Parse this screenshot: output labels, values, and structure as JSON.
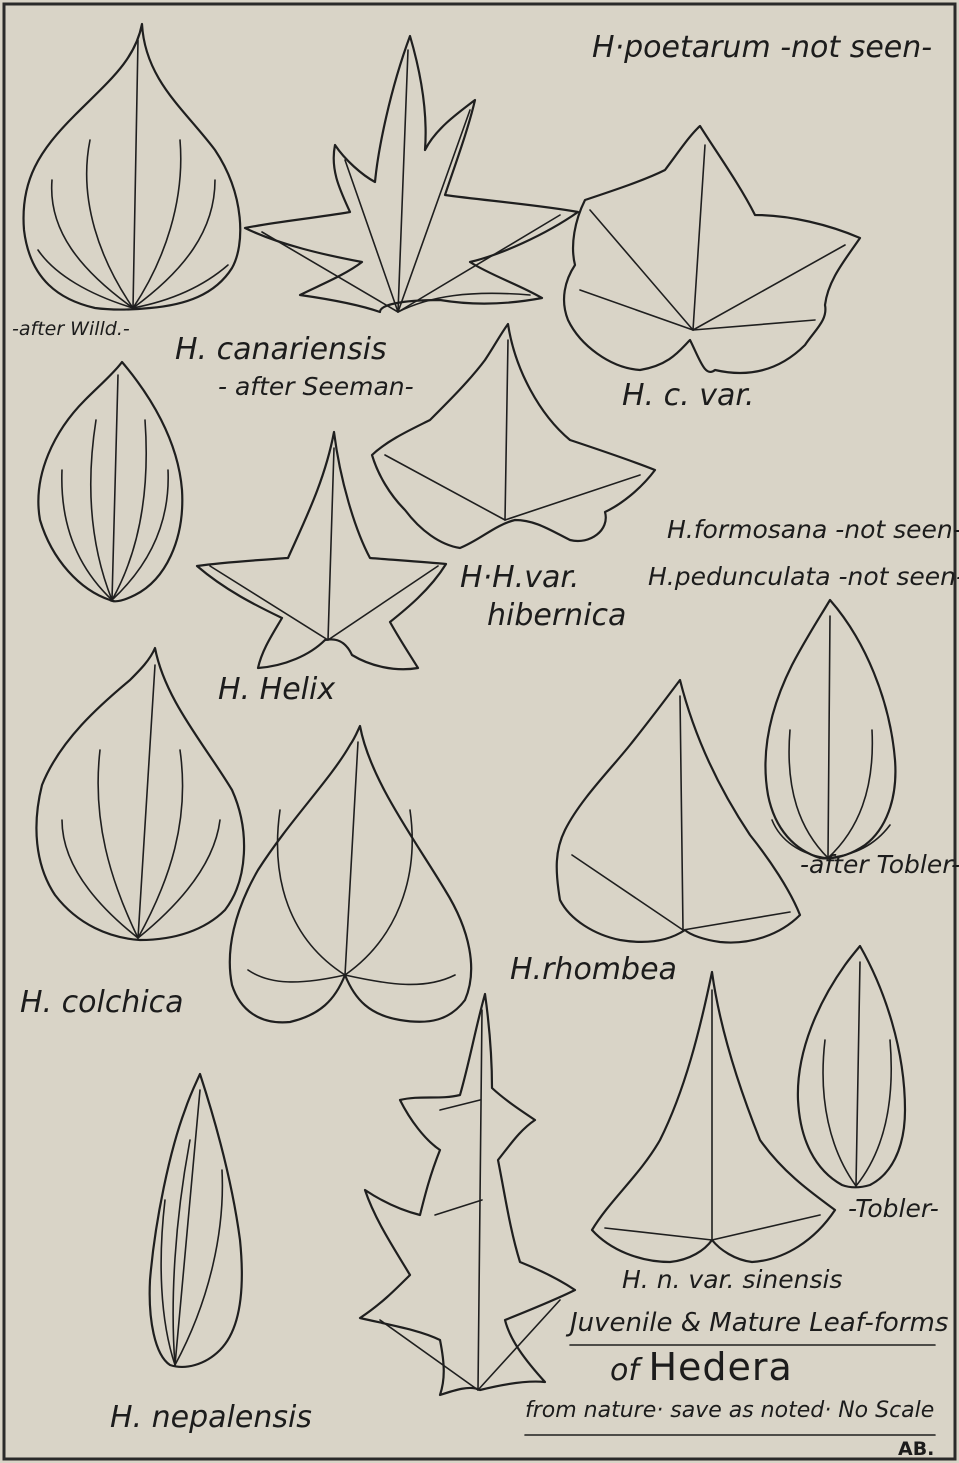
{
  "plate": {
    "background": "#d9d4c7",
    "ink": "#1f1f1f"
  },
  "labels": {
    "poetarum": "H·poetarum -not seen-",
    "after_willd": "-after Willd.-",
    "canariensis": "H. canariensis",
    "after_seeman": "- after Seeman-",
    "hc_var": "H. c. var.",
    "formosana": "H.formosana -not seen-",
    "pedunculata": "H.pedunculata -not seen-",
    "hh_var": "H·H.var.",
    "hibernica": "hibernica",
    "helix": "H. Helix",
    "after_tobler": "-after Tobler-",
    "colchica": "H. colchica",
    "rhombea": "H.rhombea",
    "tobler": "-Tobler-",
    "sinensis": "H. n. var. sinensis",
    "nepalensis": "H. nepalensis",
    "initials": "AB."
  },
  "title": {
    "line1_a": "Juvenile",
    "line1_amp": "&",
    "line1_b": "Mature",
    "line1_c": "Leaf-forms",
    "line2_of": "of",
    "line2_genus": "Hedera",
    "line3_a": "from nature·",
    "line3_b": "save as noted·",
    "line3_c": "No Scale"
  }
}
